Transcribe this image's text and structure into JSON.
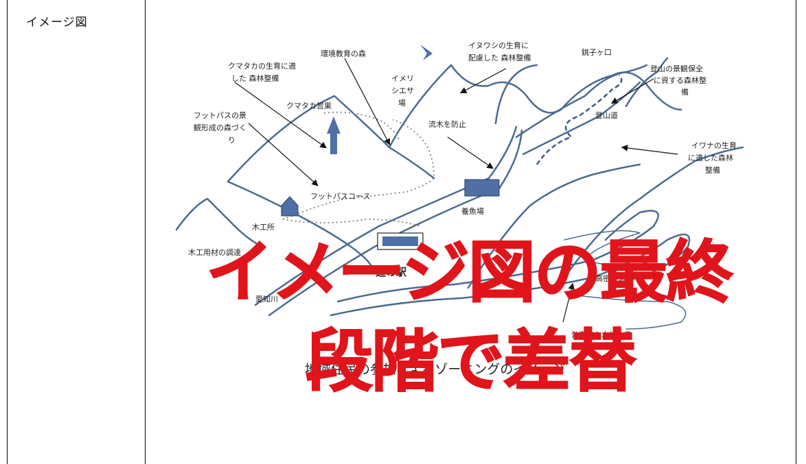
{
  "table": {
    "label": "イメージ図"
  },
  "map": {
    "labels": {
      "kumataka": [
        "クマタカの生育に適",
        "した 森林整備"
      ],
      "kankyo": "環境教育の森",
      "inuwashi": [
        "イヌワシの生育に",
        "配慮した 森林整備"
      ],
      "choshigakuro": "銚子ヶ口",
      "tozan_keikan": [
        "登山の景観保全",
        "に資する森林整",
        "備"
      ],
      "imori": [
        "イメリ",
        "シエサ",
        "場"
      ],
      "kumataka_eisou": "クマタカ営巣",
      "footpath_keikan": [
        "フットパスの景",
        "観形成の森づく",
        "り"
      ],
      "ryuboku": "流木を防止",
      "tozando": "登山道",
      "iwana": [
        "イワナの生育",
        "に適した森林",
        "整備"
      ],
      "footpath_course": "フットパスコース",
      "yogyojo": "養魚場",
      "mokkosho": "木工所",
      "mokko_riyou": "木工用材の調達",
      "michinoeki": "道の駅",
      "aichigawa": "愛知川",
      "kogen": "高密路網",
      "koritsu": "効率的な木材生産",
      "caption": "地域住民の参加によるゾーニングのイメージ"
    }
  },
  "watermark": {
    "line1": "イメージ図の最終",
    "line2": "段階で差替",
    "color": "#e0141b"
  }
}
